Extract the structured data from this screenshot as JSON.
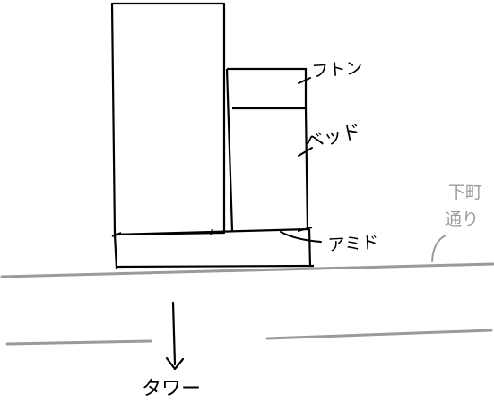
{
  "labels": {
    "futon": "フトン",
    "bed": "ベッド",
    "ami": "アミド",
    "street_line1": "下町",
    "street_line2": "通り",
    "tower": "タワー"
  },
  "colors": {
    "ink": "#000000",
    "road": "#9a9a9a"
  }
}
